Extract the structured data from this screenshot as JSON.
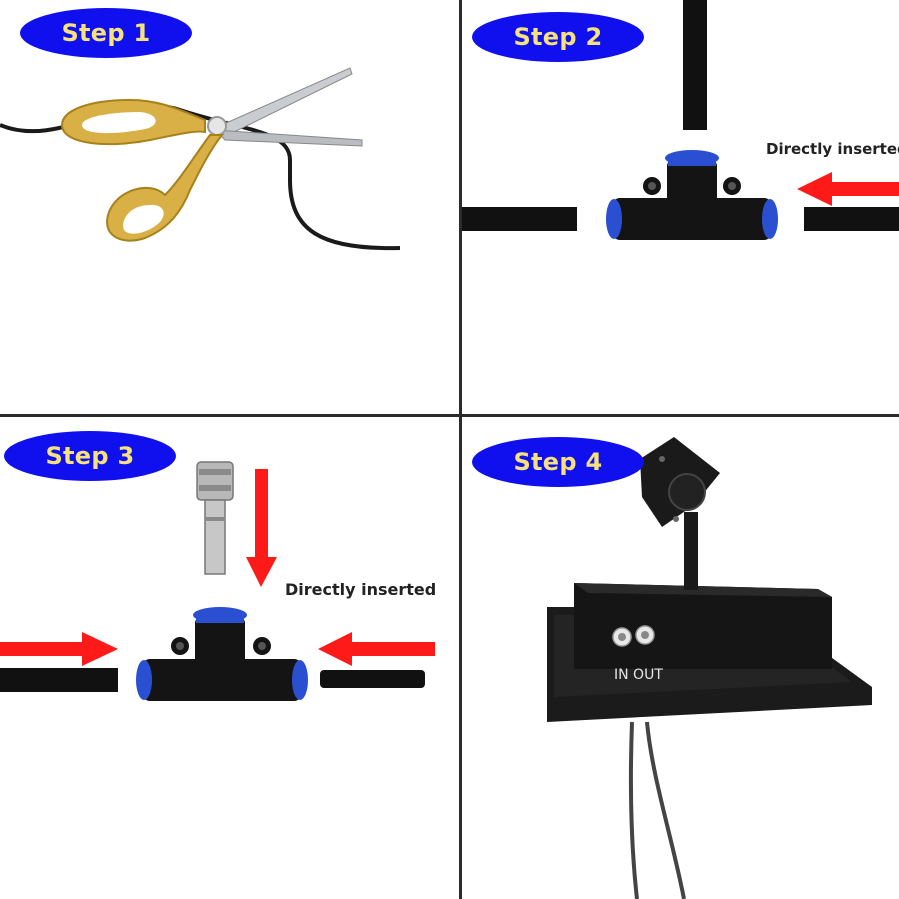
{
  "steps": [
    {
      "label": "Step 1"
    },
    {
      "label": "Step 2",
      "note": "Directly inserted"
    },
    {
      "label": "Step 3",
      "note": "Directly inserted"
    },
    {
      "label": "Step 4",
      "port_labels": "IN OUT"
    }
  ],
  "colors": {
    "badge_fill": "#1010ee",
    "badge_text": "#f5e27a",
    "arrow": "#ff1a1a",
    "tube": "#111111",
    "divider": "#2b2b2b"
  },
  "icons": [
    "scissors-icon",
    "tee-connector-icon",
    "metal-plug-icon",
    "red-arrow-icon",
    "nebulizer-device-icon"
  ]
}
